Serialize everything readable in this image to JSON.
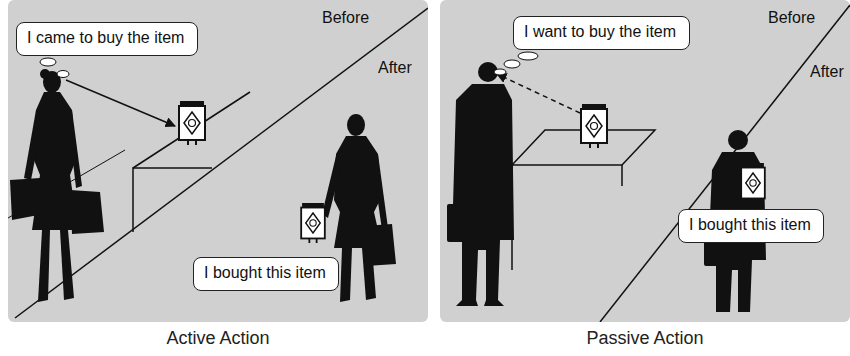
{
  "diagram": {
    "nodes": [
      {
        "text": [
          "Active Action"
        ]
      },
      {
        "text": [
          "I came to buy the item"
        ],
        "in": 0
      },
      {
        "text": [
          "I bought this item"
        ],
        "in": 0
      },
      {
        "text": [
          "Passive Action"
        ]
      },
      {
        "text": [
          "I want to buy the item"
        ],
        "in": 3
      },
      {
        "text": [
          "I bought this item"
        ],
        "in": 3
      }
    ],
    "labels": [
      "Before",
      "After",
      "Before",
      "After"
    ]
  }
}
